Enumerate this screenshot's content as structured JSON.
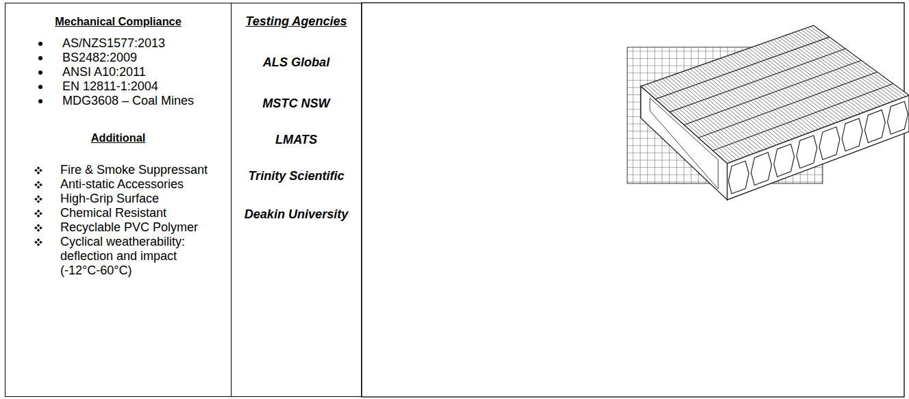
{
  "diagram": {
    "nodes": [
      {
        "text": [
          "Mechanical Compliance",
          "AS/NZS1577:2013",
          "BS2482:2009",
          "ANSI A10:2011",
          "EN 12811-1:2004",
          "MDG3608 – Coal Mines",
          "Additional",
          "Fire & Smoke Suppressant",
          "Anti-static Accessories",
          "High-Grip Surface",
          "Chemical Resistant",
          "Recyclable PVC Polymer",
          "Cyclical weatherability: deflection and impact (-12°C-60°C)"
        ]
      },
      {
        "text": [
          "Testing Agencies",
          "ALS Global",
          "MSTC NSW",
          "LMATS",
          "Trinity Scientific",
          "Deakin University"
        ]
      }
    ]
  }
}
